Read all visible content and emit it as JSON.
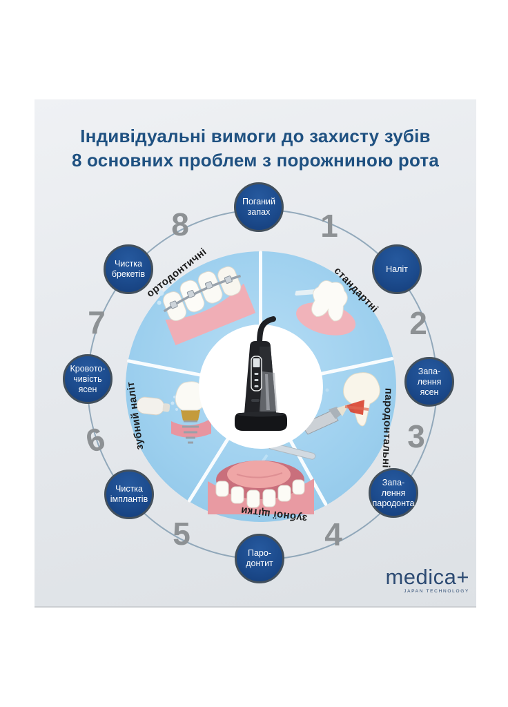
{
  "title": {
    "line1": "Індивідуальні вимоги до захисту зубів",
    "line2": "8 основних проблем з порожниною рота"
  },
  "wheel": {
    "nodes": [
      {
        "id": "bad-breath",
        "lines": [
          "Поганий",
          "запах"
        ]
      },
      {
        "id": "plaque",
        "lines": [
          "Наліт"
        ]
      },
      {
        "id": "gum-inflammation",
        "lines": [
          "Запа-",
          "лення",
          "ясен"
        ]
      },
      {
        "id": "periodontium-inflammation",
        "lines": [
          "Запа-",
          "лення",
          "пародонта"
        ]
      },
      {
        "id": "periodontitis",
        "lines": [
          "Паро-",
          "донтит"
        ]
      },
      {
        "id": "implant-cleaning",
        "lines": [
          "Чистка",
          "імплантів"
        ]
      },
      {
        "id": "bleeding-gums",
        "lines": [
          "Кровото-",
          "чивість",
          "ясен"
        ]
      },
      {
        "id": "braces-cleaning",
        "lines": [
          "Чистка",
          "брекетів"
        ]
      }
    ],
    "numbers": [
      "1",
      "2",
      "3",
      "4",
      "5",
      "6",
      "7",
      "8"
    ],
    "sectors": [
      {
        "label": "ортодонтичні"
      },
      {
        "label": "стандартні"
      },
      {
        "label": "пародонтальні"
      },
      {
        "label": "зубної щітки"
      },
      {
        "label": "зубний наліт"
      }
    ]
  },
  "logo": {
    "brand": "medica+",
    "tagline": "JAPAN TECHNOLOGY"
  },
  "colors": {
    "title_navy": "#1f5181",
    "node_fill": "#1c4b8d",
    "node_border": "#43505c",
    "number_gray": "#8d9194",
    "wheel_blue": "#9ccfee",
    "logo_navy": "#2d4b73"
  }
}
